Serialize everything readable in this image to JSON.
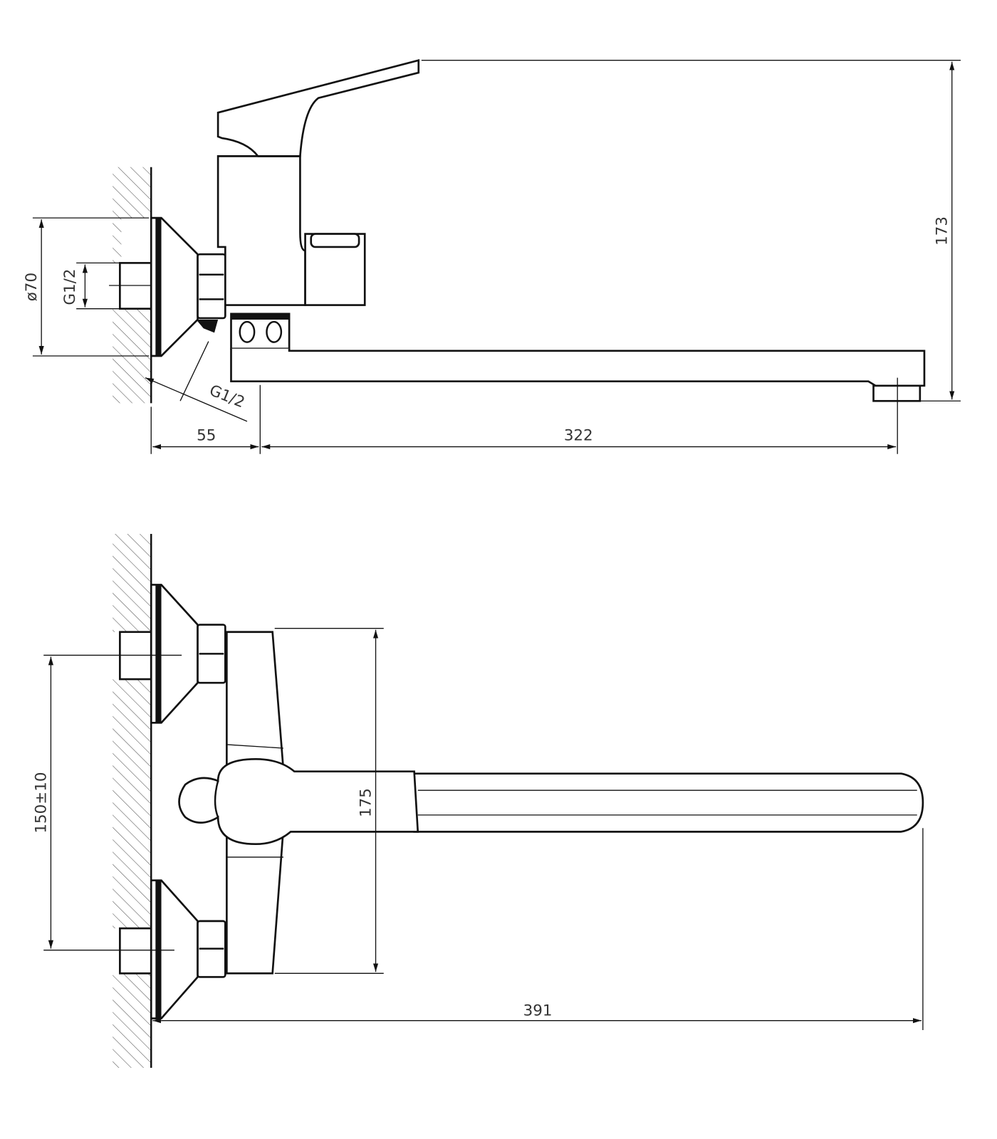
{
  "dimensions": {
    "height_total": "173",
    "flange_diameter": "ø70",
    "thread_inlet": "G1/2",
    "thread_outlet": "G1/2",
    "wall_offset": "55",
    "spout_reach": "322",
    "inlet_spacing": "150±10",
    "body_height": "175",
    "total_length": "391"
  }
}
